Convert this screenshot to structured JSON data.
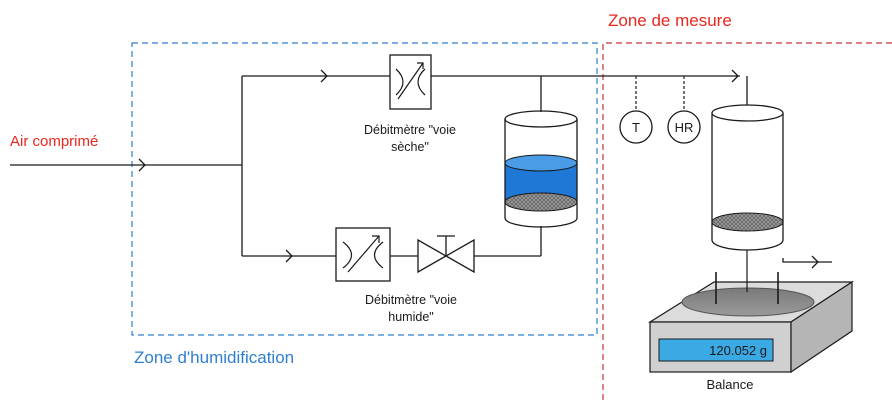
{
  "labels": {
    "air_input": "Air comprimé",
    "zone_humidification": "Zone d'humidification",
    "zone_mesure": "Zone de mesure",
    "dry_flowmeter_line1": "Débitmètre \"voie",
    "dry_flowmeter_line2": "sèche\"",
    "wet_flowmeter_line1": "Débitmètre \"voie",
    "wet_flowmeter_line2": "humide\"",
    "sensor_temperature": "T",
    "sensor_humidity": "HR",
    "balance_reading": "120.052 g",
    "balance_label": "Balance"
  },
  "colors": {
    "annotation_red": "#e8271f",
    "annotation_blue": "#2f7fd1",
    "water": "#1f78d6",
    "display": "#3ba9e4"
  }
}
